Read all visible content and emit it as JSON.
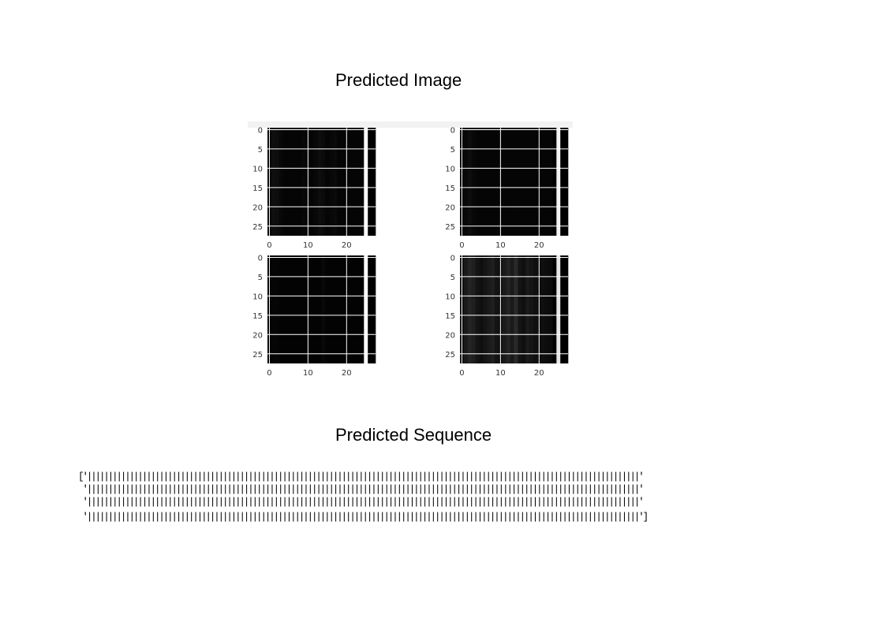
{
  "titles": {
    "image": "Predicted Image",
    "sequence": "Predicted Sequence"
  },
  "chart_data": [
    {
      "type": "heatmap",
      "colormap": "gray",
      "background": "#000000",
      "grid": true,
      "xticks": [
        0,
        10,
        20
      ],
      "yticks": [
        0,
        5,
        10,
        15,
        20,
        25
      ],
      "xlim": [
        -0.5,
        27.5
      ],
      "ylim": [
        27.5,
        -0.5
      ],
      "column_intensity": [
        0.02,
        0.06,
        0.05,
        0.03,
        0.02,
        0.02,
        0.02,
        0.02,
        0.02,
        0.03,
        0.02,
        0.02,
        0.03,
        0.05,
        0.04,
        0.02,
        0.03,
        0.04,
        0.02,
        0.02,
        0.02,
        0.02,
        0.02,
        0.02,
        0.02,
        1.0,
        0.0,
        0.0
      ]
    },
    {
      "type": "heatmap",
      "colormap": "gray",
      "background": "#000000",
      "grid": true,
      "xticks": [
        0,
        10,
        20
      ],
      "yticks": [
        0,
        5,
        10,
        15,
        20,
        25
      ],
      "xlim": [
        -0.5,
        27.5
      ],
      "ylim": [
        27.5,
        -0.5
      ],
      "column_intensity": [
        0.02,
        0.03,
        0.05,
        0.03,
        0.02,
        0.02,
        0.02,
        0.02,
        0.02,
        0.02,
        0.02,
        0.02,
        0.02,
        0.02,
        0.02,
        0.02,
        0.02,
        0.02,
        0.02,
        0.02,
        0.02,
        0.02,
        0.02,
        0.02,
        0.0,
        0.95,
        0.0,
        0.0
      ]
    },
    {
      "type": "heatmap",
      "colormap": "gray",
      "background": "#000000",
      "grid": true,
      "xticks": [
        0,
        10,
        20
      ],
      "yticks": [
        0,
        5,
        10,
        15,
        20,
        25
      ],
      "xlim": [
        -0.5,
        27.5
      ],
      "ylim": [
        27.5,
        -0.5
      ],
      "column_intensity": [
        0.01,
        0.02,
        0.02,
        0.01,
        0.01,
        0.01,
        0.01,
        0.01,
        0.01,
        0.01,
        0.01,
        0.01,
        0.01,
        0.01,
        0.03,
        0.01,
        0.01,
        0.01,
        0.01,
        0.01,
        0.01,
        0.01,
        0.01,
        0.01,
        0.0,
        1.0,
        0.0,
        0.0
      ]
    },
    {
      "type": "heatmap",
      "colormap": "gray",
      "background": "#000000",
      "grid": true,
      "xticks": [
        0,
        10,
        20
      ],
      "yticks": [
        0,
        5,
        10,
        15,
        20,
        25
      ],
      "xlim": [
        -0.5,
        27.5
      ],
      "ylim": [
        27.5,
        -0.5
      ],
      "column_intensity": [
        0.05,
        0.1,
        0.14,
        0.12,
        0.08,
        0.06,
        0.08,
        0.1,
        0.12,
        0.08,
        0.06,
        0.1,
        0.14,
        0.1,
        0.16,
        0.08,
        0.06,
        0.1,
        0.08,
        0.06,
        0.05,
        0.06,
        0.05,
        0.04,
        0.0,
        0.9,
        0.0,
        0.0
      ]
    }
  ],
  "sequence": {
    "lines": [
      "['||||||||||||||||||||||||||||||||||||||||||||||||||||||||||||||||||||||||||||||||||||||||||||||||||||||||||||||||||||||||||||||||||'",
      " '||||||||||||||||||||||||||||||||||||||||||||||||||||||||||||||||||||||||||||||||||||||||||||||||||||||||||||||||||||||||||||||||||'",
      " '||||||||||||||||||||||||||||||||||||||||||||||||||||||||||||||||||||||||||||||||||||||||||||||||||||||||||||||||||||||||||||||||||'",
      " '||||||||||||||||||||||||||||||||||||||||||||||||||||||||||||||||||||||||||||||||||||||||||||||||||||||||||||||||||||||||||||||||||']"
    ]
  }
}
